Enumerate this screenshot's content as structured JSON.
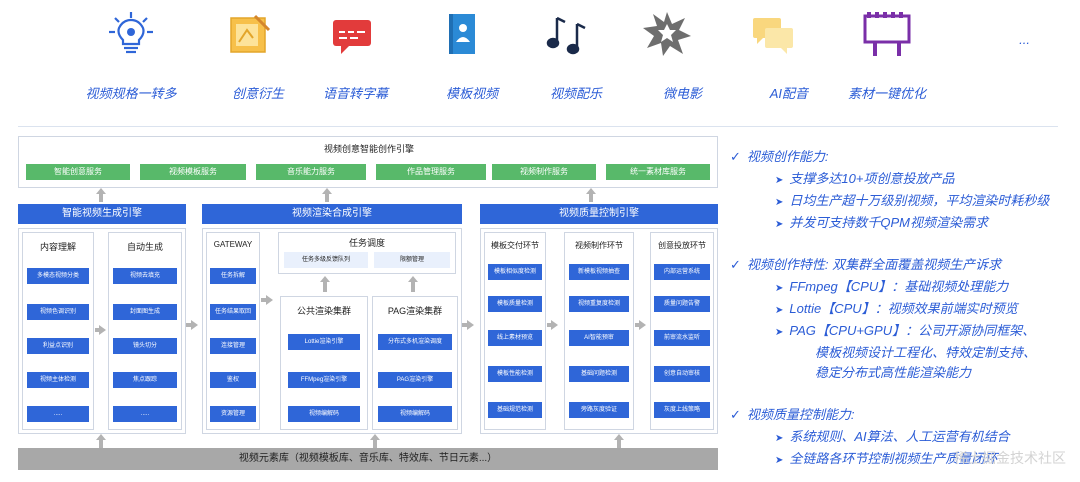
{
  "top_features": [
    {
      "icon": "lightbulb-icon",
      "label": "视频规格一转多"
    },
    {
      "icon": "blueprint-icon",
      "label": "创意衍生"
    },
    {
      "icon": "subtitle-icon",
      "label": "语音转字幕"
    },
    {
      "icon": "template-book-icon",
      "label": "模板视频"
    },
    {
      "icon": "music-note-icon",
      "label": "视频配乐"
    },
    {
      "icon": "burst-icon",
      "label": "微电影"
    },
    {
      "icon": "chat-bubbles-icon",
      "label": "AI配音"
    },
    {
      "icon": "billboard-icon",
      "label": "素材一键优化"
    },
    {
      "icon": "ellipsis",
      "label": "..."
    }
  ],
  "diagram": {
    "top_engine_title": "视频创意智能创作引擎",
    "services": [
      "智能创意服务",
      "视频模板服务",
      "音乐能力服务",
      "作品管理服务",
      "视频制作服务",
      "统一素材库服务"
    ],
    "gen_engine": {
      "title": "智能视频生成引擎",
      "col1_title": "内容理解",
      "col1_items": [
        "多模态视频分类",
        "视频色调识别",
        "利益点识别",
        "视频主体检测",
        "....."
      ],
      "col2_title": "自动生成",
      "col2_items": [
        "视频去填充",
        "封面图生成",
        "镜头切分",
        "焦点跟踪",
        "....."
      ]
    },
    "render_engine": {
      "title": "视频渲染合成引擎",
      "gateway_title": "GATEWAY",
      "gateway_items": [
        "任务拆解",
        "任务结果取回",
        "连接管理",
        "鉴权",
        "资源管理"
      ],
      "schedule_title": "任务调度",
      "schedule_items": [
        "任务多级反馈队列",
        "限额管理"
      ],
      "public_title": "公共渲染集群",
      "public_items": [
        "Lottie渲染引擎",
        "FFMpeg渲染引擎",
        "视频编解码"
      ],
      "pag_title": "PAG渲染集群",
      "pag_items": [
        "分布式多机渲染调度",
        "PAG渲染引擎",
        "视频编解码"
      ]
    },
    "quality_engine": {
      "title": "视频质量控制引擎",
      "col1_title": "模板交付环节",
      "col1_items": [
        "模板相似度检测",
        "模板质量检测",
        "线上素材预览",
        "模板性能检测",
        "基础规范检测"
      ],
      "col2_title": "视频制作环节",
      "col2_items": [
        "新模板视频抽查",
        "视频重复度检测",
        "AI智能预审",
        "基础问题检测",
        "旁路灰度验证"
      ],
      "col3_title": "创意投放环节",
      "col3_items": [
        "内部运营系统",
        "质量问题告警",
        "前审流水监听",
        "创意自动审核",
        "灰度上线策略"
      ]
    },
    "material_library": "视频元素库（视频模板库、音乐库、特效库、节日元素...）"
  },
  "capabilities": [
    {
      "heading": "视频创作能力:",
      "lines": [
        {
          "text": "支撑多达10+项创意投放产品",
          "indent": 1
        },
        {
          "text": "日均生产超十万级别视频，平均渲染时耗秒级",
          "indent": 1
        },
        {
          "text": "并发可支持数千QPM视频渲染需求",
          "indent": 1
        }
      ]
    },
    {
      "heading": "视频创作特性:  双集群全面覆盖视频生产诉求",
      "lines": [
        {
          "text": "FFmpeg【CPU】：基础视频处理能力",
          "indent": 1
        },
        {
          "text": "Lottie【CPU】：视频效果前端实时预览",
          "indent": 1
        },
        {
          "text": "PAG【CPU+GPU】：公司开源协同框架、",
          "indent": 1
        },
        {
          "text": "模板视频设计工程化、特效定制支持、",
          "indent": 2
        },
        {
          "text": "稳定分布式高性能渲染能力",
          "indent": 2
        }
      ]
    },
    {
      "heading": "视频质量控制能力:",
      "lines": [
        {
          "text": "系统规则、AI算法、人工运营有机结合",
          "indent": 1
        },
        {
          "text": "全链路各环节控制视频生产质量闭环",
          "indent": 1
        }
      ]
    }
  ],
  "watermark": "稀土掘金技术社区",
  "colors": {
    "accent_blue": "#2f66d8",
    "service_green": "#58b96a",
    "text_blue": "#2b5cd6"
  }
}
